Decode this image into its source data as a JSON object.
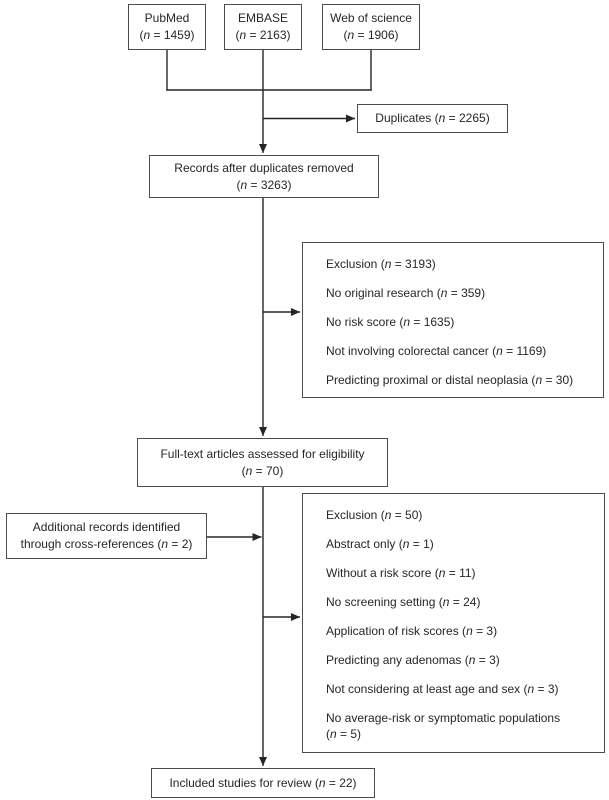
{
  "colors": {
    "box_border": "#4c4c4c",
    "line": "#262626",
    "text": "#262626",
    "background": "#ffffff"
  },
  "boxes": {
    "pubmed": {
      "lines": [
        "PubMed",
        "(n = 1459)"
      ]
    },
    "embase": {
      "lines": [
        "EMBASE",
        "(n = 2163)"
      ]
    },
    "web_of_science": {
      "lines": [
        "Web of science",
        "(n = 1906)"
      ]
    },
    "duplicates": {
      "lines": [
        "Duplicates (n = 2265)"
      ]
    },
    "records_after_duplicates": {
      "lines": [
        "Records after duplicates removed",
        "(n = 3263)"
      ]
    },
    "exclusion_screening": {
      "lines": [
        "Exclusion (n = 3193)",
        "No original research (n = 359)",
        "No risk score (n = 1635)",
        "Not involving colorectal cancer (n = 1169)",
        "Predicting proximal or distal neoplasia (n = 30)"
      ]
    },
    "full_text": {
      "lines": [
        "Full-text articles assessed for eligibility",
        "(n = 70)"
      ]
    },
    "additional_records": {
      "lines": [
        "Additional records identified",
        "through cross-references (n = 2)"
      ]
    },
    "exclusion_full_text": {
      "lines": [
        "Exclusion (n = 50)",
        "Abstract only (n = 1)",
        "Without a risk score (n = 11)",
        "No screening setting (n = 24)",
        "Application of risk scores (n = 3)",
        "Predicting any adenomas (n = 3)",
        "Not considering at least age and sex (n = 3)",
        "No average-risk or symptomatic populations",
        "(n = 5)"
      ]
    },
    "included": {
      "lines": [
        "Included studies for review (n = 22)"
      ]
    }
  }
}
